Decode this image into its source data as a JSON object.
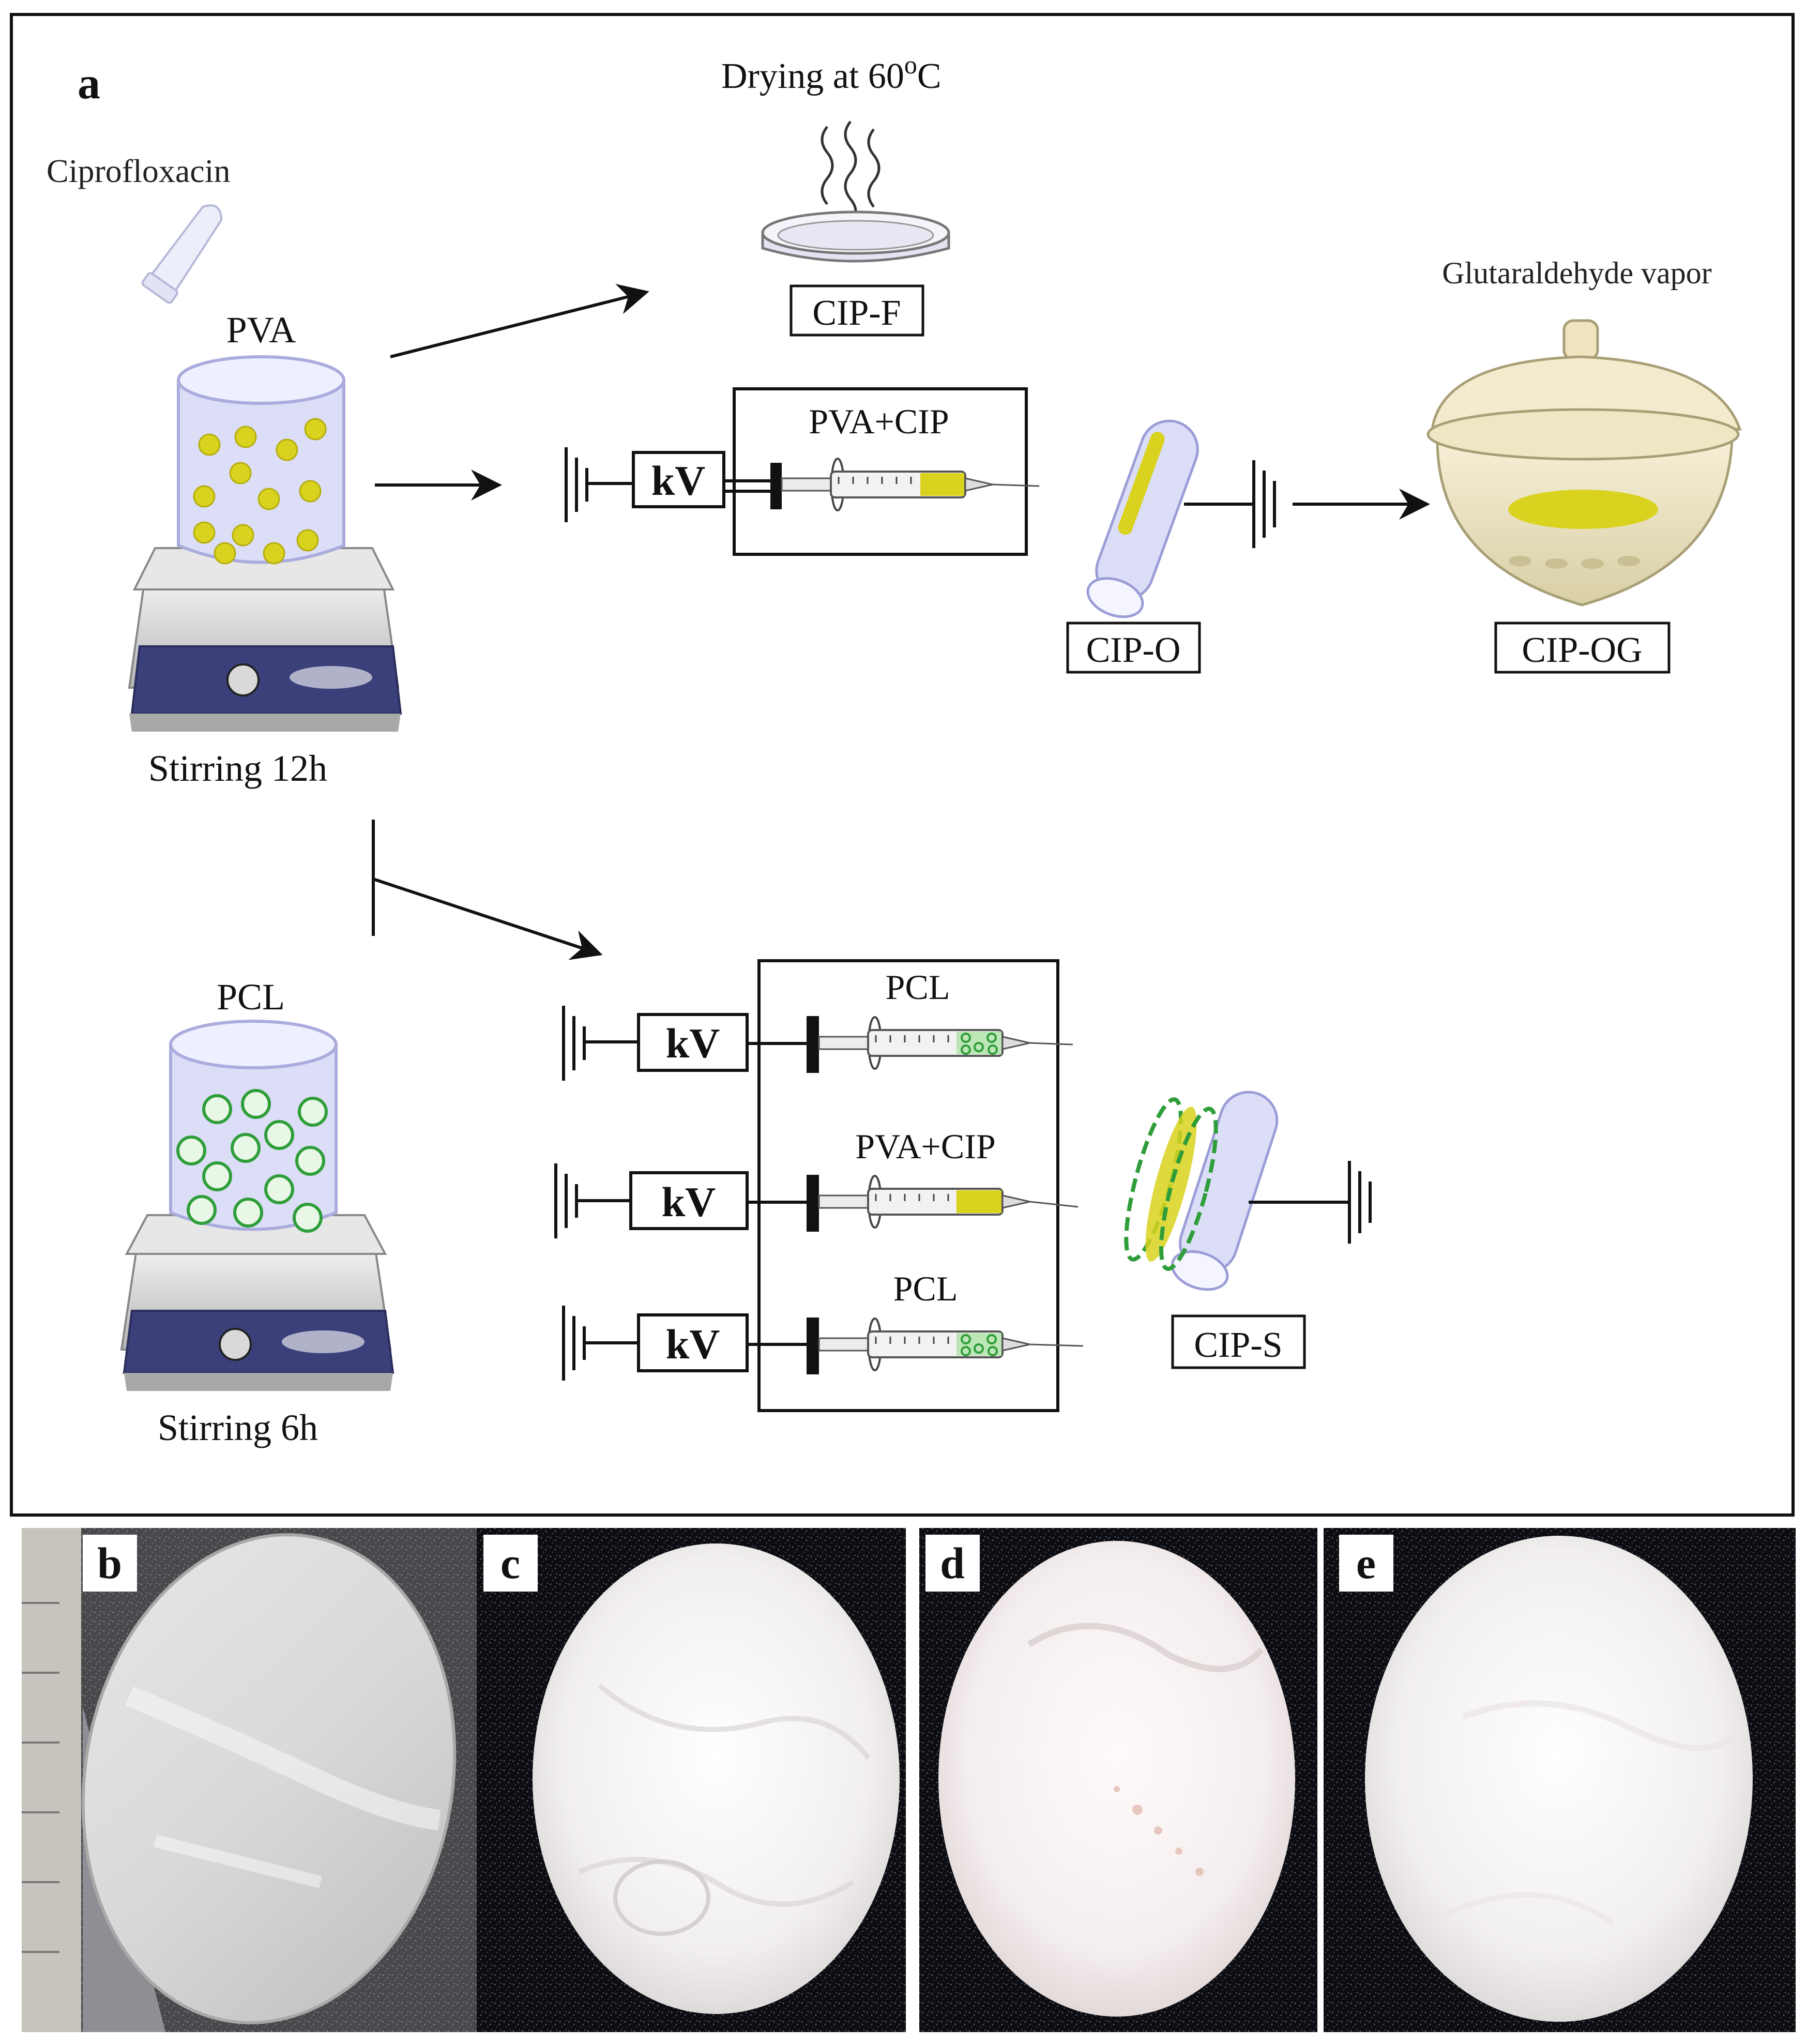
{
  "panel_a": {
    "letter": "a",
    "drug_label": "Ciprofloxacin",
    "pva_label": "PVA",
    "pva_stirring": "Stirring 12h",
    "pcl_label": "PCL",
    "pcl_stirring": "Stirring 6h",
    "drying_label_prefix": "Drying at 60",
    "drying_label_suffix": "C",
    "film_label": "CIP-F",
    "syringe_top_label": "PVA+CIP",
    "kv_label": "kV",
    "oral_label": "CIP-O",
    "glutaraldehyde_label": "Glutaraldehyde vapor",
    "crosslinked_label": "CIP-OG",
    "pcl_syringe_label_1": "PCL",
    "pva_syringe_label_2": "PVA+CIP",
    "pcl_syringe_label_3": "PCL",
    "sandwich_label": "CIP-S"
  },
  "photos": [
    {
      "letter": "b"
    },
    {
      "letter": "c"
    },
    {
      "letter": "d"
    },
    {
      "letter": "e"
    }
  ],
  "colors": {
    "drug_yellow": "#d9d21f",
    "pcl_green": "#2f9e3a",
    "beaker_blue": "#c9ccf2",
    "frame": "#111111"
  }
}
